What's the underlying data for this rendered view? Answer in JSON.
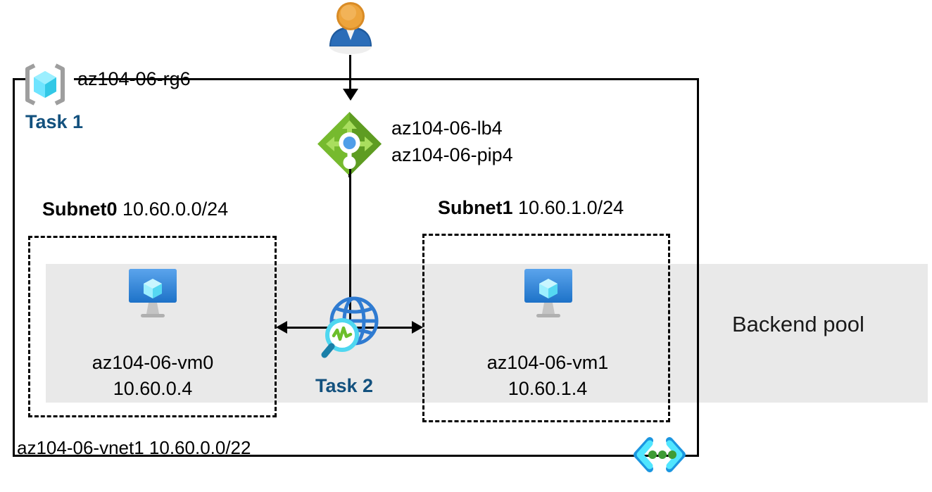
{
  "diagram": {
    "title": "Azure load balancer lab architecture",
    "colors": {
      "task_blue": "#13517e",
      "band_gray": "#e9e9e9",
      "lb_green": "#7aba36",
      "vm_blue": "#3d8fe0",
      "cube_cyan": "#50e6ff",
      "globe_blue": "#2f7bd1",
      "dot_green": "#3f9c35",
      "user_gold": "#e8a33d",
      "user_body": "#1f5b9e"
    }
  },
  "resource_group": {
    "icon": "resource-group-icon",
    "label": "az104-06-rg6",
    "task_label": "Task 1"
  },
  "user": {
    "icon": "user-icon"
  },
  "load_balancer": {
    "icon": "load-balancer-icon",
    "name": "az104-06-lb4",
    "public_ip": "az104-06-pip4"
  },
  "subnets": [
    {
      "name": "Subnet0",
      "cidr": "10.60.0.0/24",
      "vm": {
        "icon": "virtual-machine-icon",
        "name": "az104-06-vm0",
        "ip": "10.60.0.4"
      }
    },
    {
      "name": "Subnet1",
      "cidr": "10.60.1.0/24",
      "vm": {
        "icon": "virtual-machine-icon",
        "name": "az104-06-vm1",
        "ip": "10.60.1.4"
      }
    }
  ],
  "network_watcher": {
    "icon": "network-watcher-icon",
    "task_label": "Task 2"
  },
  "backend_pool": {
    "label": "Backend pool"
  },
  "vnet": {
    "icon": "virtual-network-icon",
    "name": "az104-06-vnet1",
    "cidr": "10.60.0.0/22",
    "label": "az104-06-vnet1 10.60.0.0/22"
  }
}
